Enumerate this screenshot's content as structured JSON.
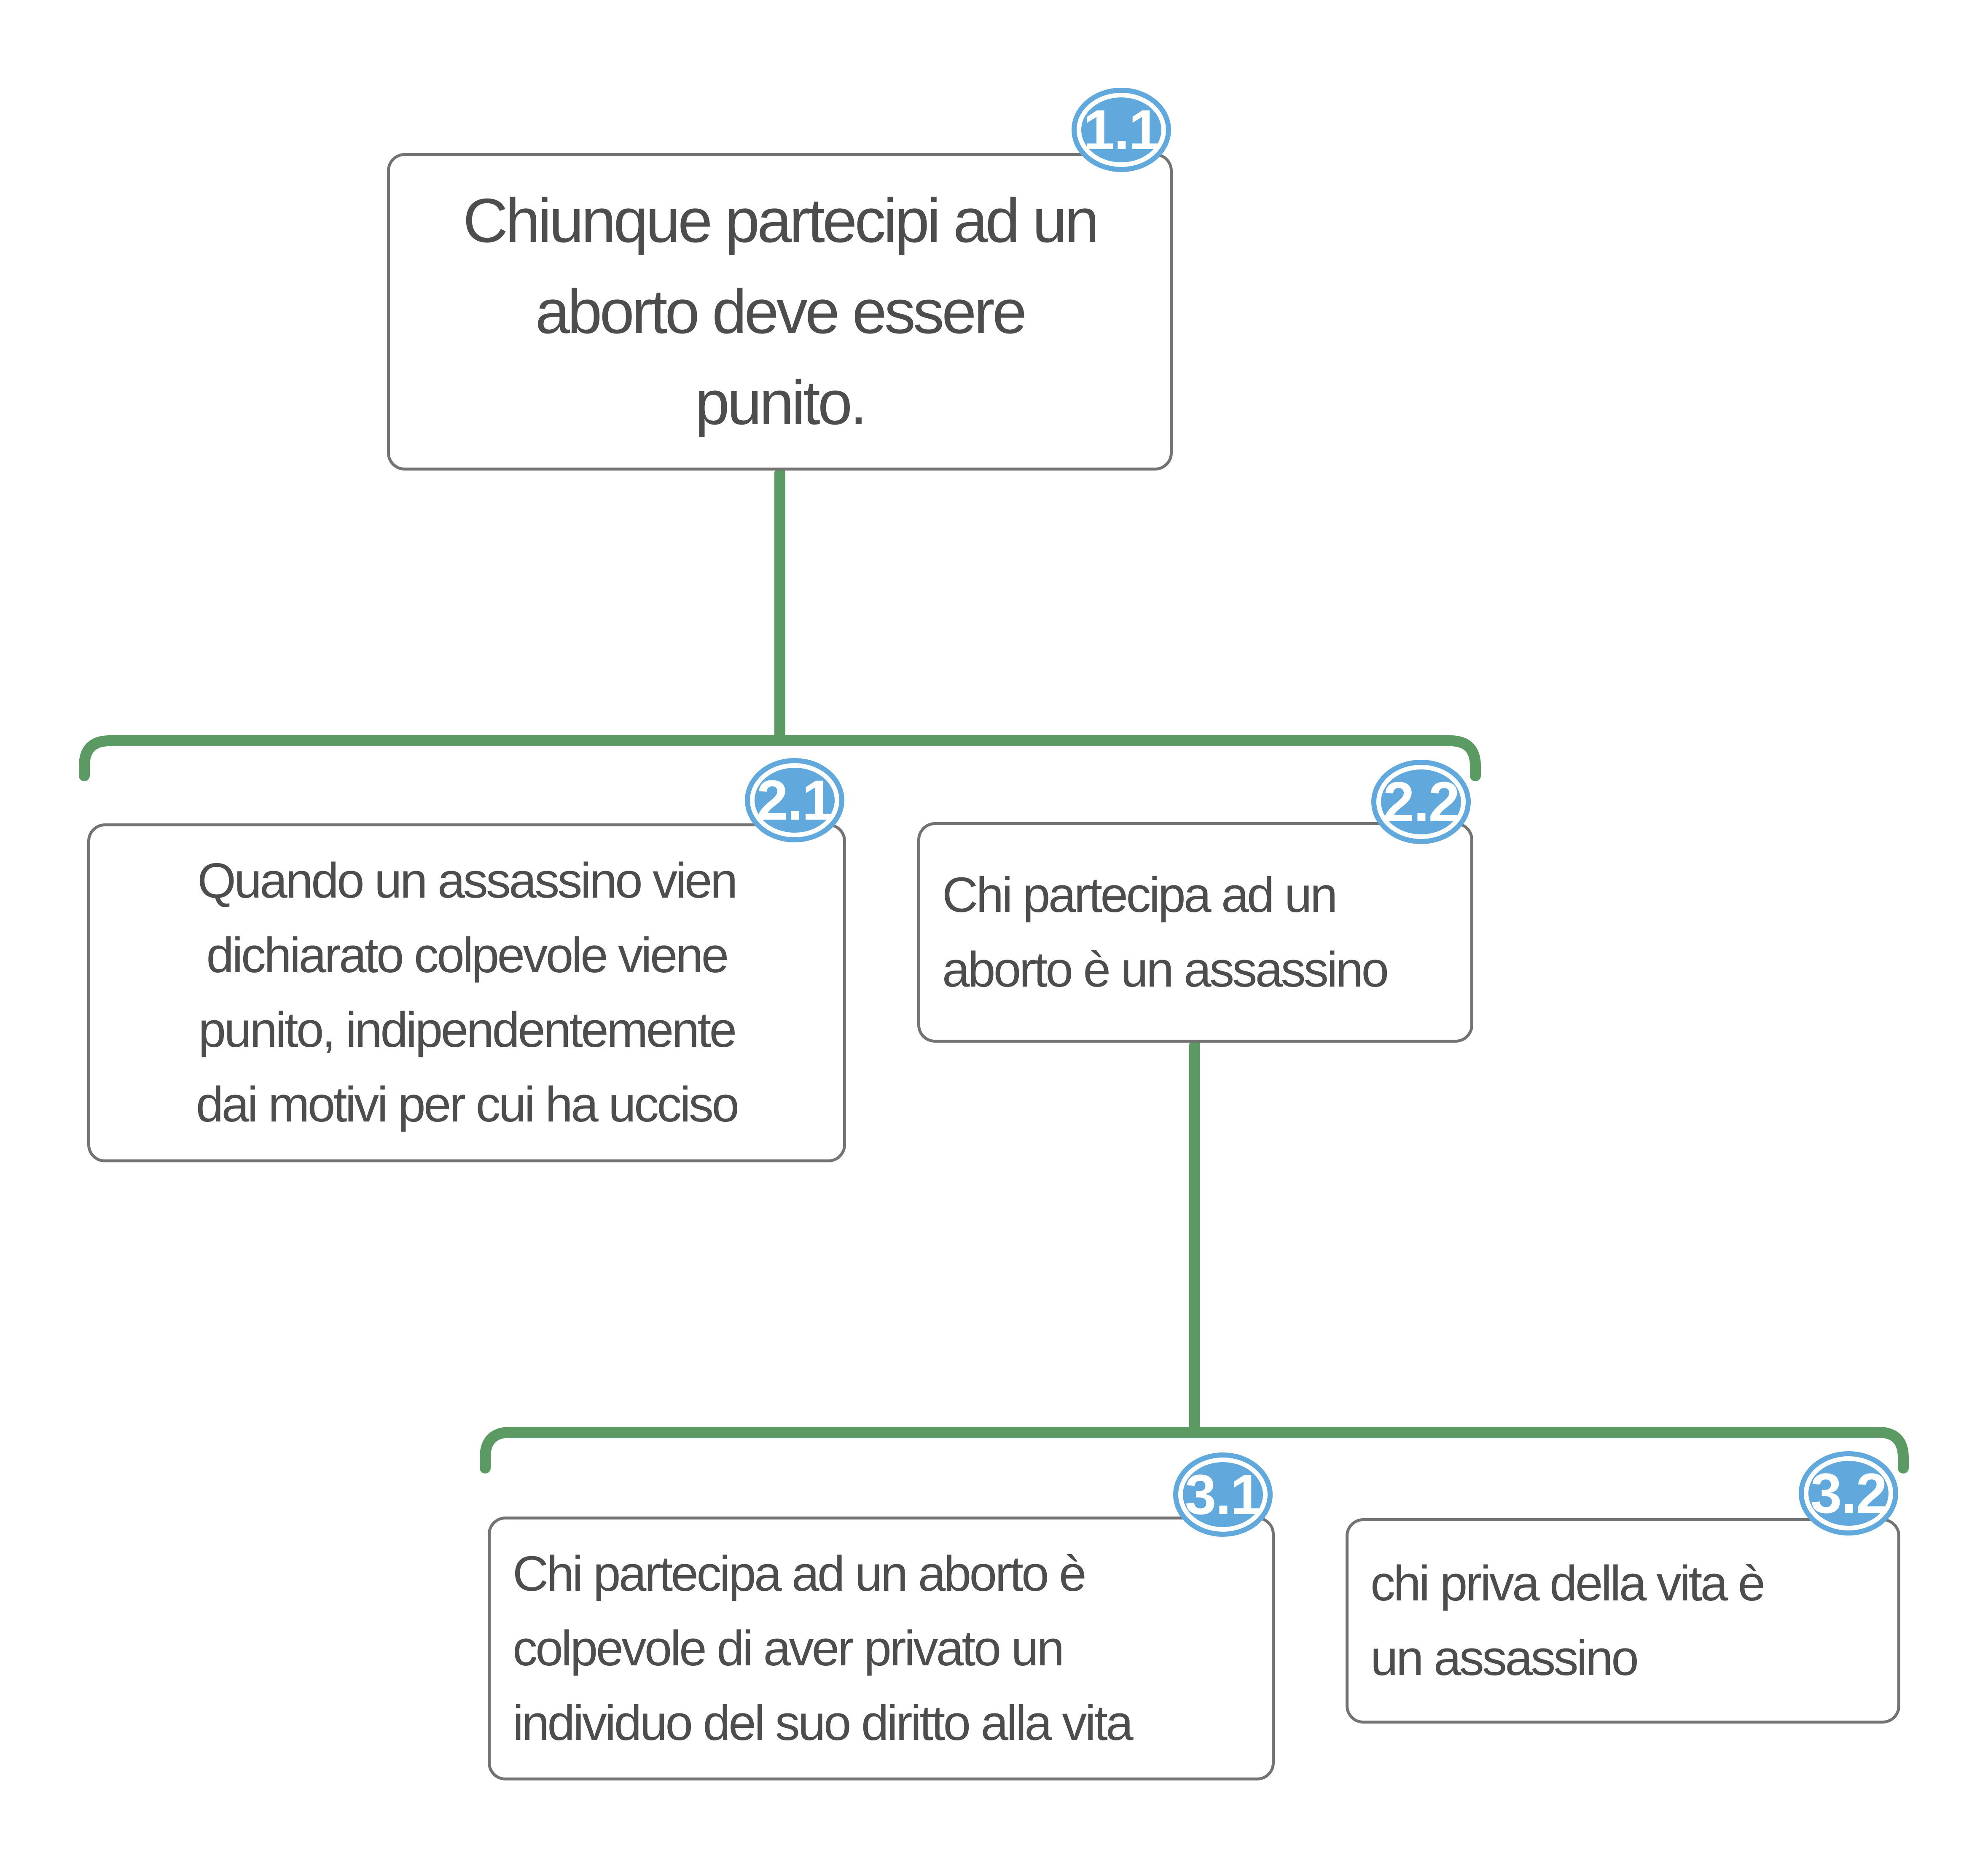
{
  "diagram": {
    "type": "argument-map-tree",
    "colors": {
      "background": "#ffffff",
      "connector_green": "#5b9a63",
      "badge_blue": "#61a8dd",
      "badge_text": "#ffffff",
      "box_border_gray": "#737373",
      "box_text_gray": "#4d4d4d"
    },
    "nodes": {
      "n11": {
        "badge": "1.1",
        "lines": [
          "Chiunque partecipi ad un",
          "aborto deve essere",
          "punito."
        ],
        "text": "Chiunque partecipi ad un aborto deve essere punito."
      },
      "n21": {
        "badge": "2.1",
        "lines": [
          "Quando un assassino vien",
          "dichiarato colpevole viene",
          "punito, indipendentemente",
          "dai motivi per cui ha ucciso"
        ],
        "text": "Quando un assassino vien dichiarato colpevole viene punito, indipendentemente dai motivi per cui ha ucciso"
      },
      "n22": {
        "badge": "2.2",
        "lines": [
          "Chi partecipa ad un",
          "aborto è un assassino"
        ],
        "text": "Chi partecipa ad un aborto è un assassino"
      },
      "n31": {
        "badge": "3.1",
        "lines": [
          "Chi partecipa ad un aborto è",
          "colpevole di aver privato un",
          "individuo del suo diritto alla vita"
        ],
        "text": "Chi partecipa ad un aborto è colpevole di aver privato un individuo del suo diritto alla vita"
      },
      "n32": {
        "badge": "3.2",
        "lines": [
          "chi priva della vita è",
          "un assassino"
        ],
        "text": "chi priva della vita è un assassino"
      }
    },
    "links": [
      {
        "parent": "1.1",
        "children": [
          "2.1",
          "2.2"
        ]
      },
      {
        "parent": "2.2",
        "children": [
          "3.1",
          "3.2"
        ]
      }
    ]
  }
}
